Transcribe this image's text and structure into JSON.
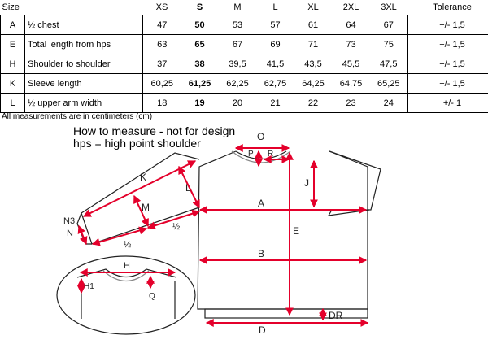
{
  "table": {
    "size_header": "Size",
    "tolerance_header": "Tolerance",
    "sizes": [
      "XS",
      "S",
      "M",
      "L",
      "XL",
      "2XL",
      "3XL"
    ],
    "bold_index": 1,
    "rows": [
      {
        "letter": "A",
        "label": "½ chest",
        "values": [
          "47",
          "50",
          "53",
          "57",
          "61",
          "64",
          "67"
        ],
        "tolerance": "+/- 1,5"
      },
      {
        "letter": "E",
        "label": "Total length from hps",
        "values": [
          "63",
          "65",
          "67",
          "69",
          "71",
          "73",
          "75"
        ],
        "tolerance": "+/- 1,5"
      },
      {
        "letter": "H",
        "label": "Shoulder to shoulder",
        "values": [
          "37",
          "38",
          "39,5",
          "41,5",
          "43,5",
          "45,5",
          "47,5"
        ],
        "tolerance": "+/- 1,5"
      },
      {
        "letter": "K",
        "label": "Sleeve length",
        "values": [
          "60,25",
          "61,25",
          "62,25",
          "62,75",
          "64,25",
          "64,75",
          "65,25"
        ],
        "tolerance": "+/- 1,5"
      },
      {
        "letter": "L",
        "label": "½ upper arm width",
        "values": [
          "18",
          "19",
          "20",
          "21",
          "22",
          "23",
          "24"
        ],
        "tolerance": "+/- 1"
      }
    ]
  },
  "note": "All measurements are in centimeters (cm)",
  "caption": {
    "line1": "How to measure - not for design",
    "line2": "hps = high point shoulder"
  },
  "diagram_labels": {
    "O": "O",
    "P": "P",
    "R": "R",
    "K": "K",
    "L": "L",
    "J": "J",
    "A": "A",
    "M": "M",
    "E": "E",
    "N3": "N3",
    "N": "N",
    "half1": "½",
    "half2": "½",
    "B": "B",
    "H": "H",
    "H1": "H1",
    "Q": "Q",
    "DR": "DR",
    "D": "D"
  },
  "colors": {
    "measure": "#e4002b",
    "outline": "#222222",
    "rib": "#888888"
  }
}
